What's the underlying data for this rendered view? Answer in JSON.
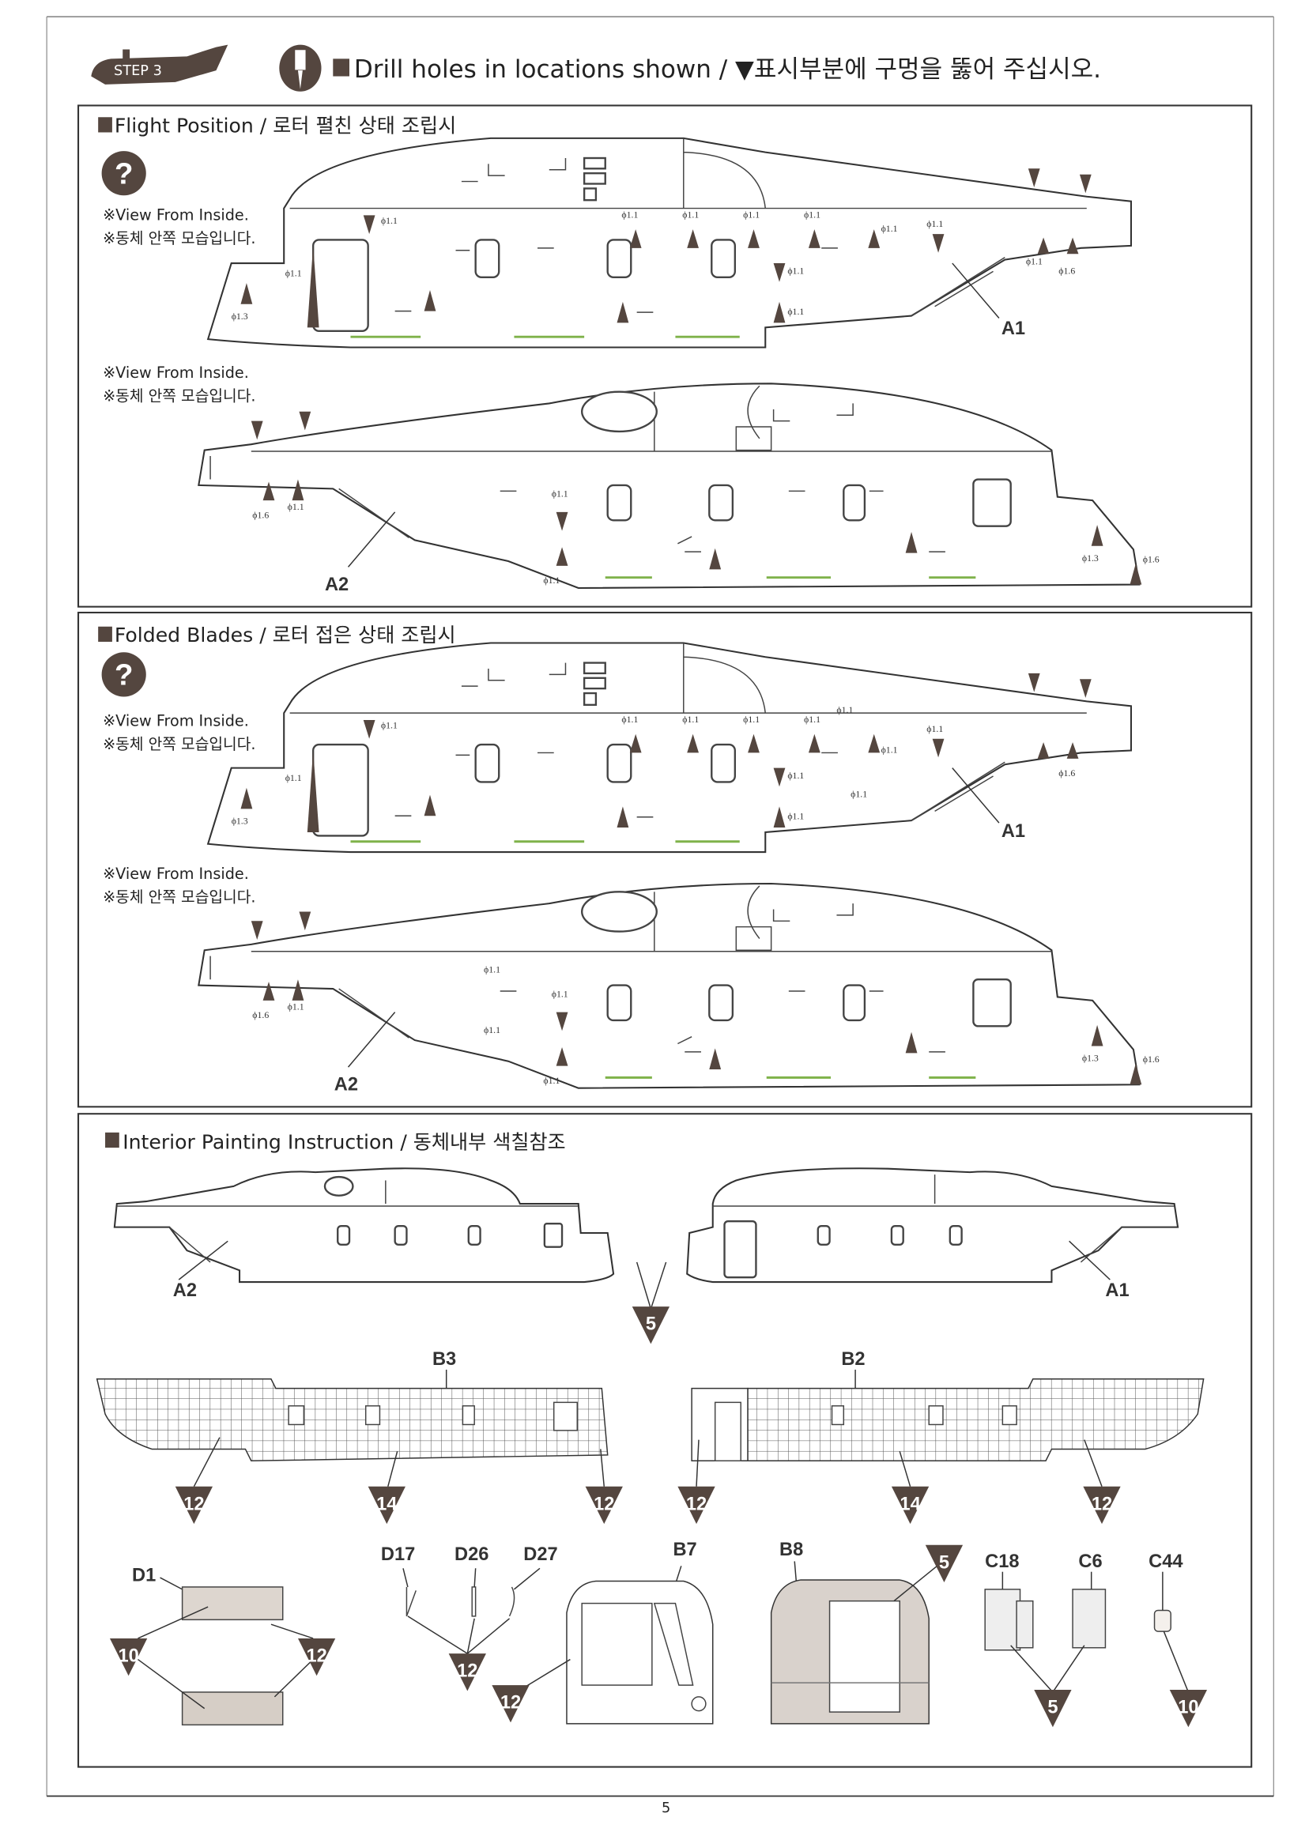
{
  "header": {
    "step_label": "STEP 3",
    "instruction": "Drill holes in locations shown / ▼표시부분에 구멍을 뚫어 주십시오."
  },
  "flight_position": {
    "title": "Flight Position / 로터 펼친 상태 조립시",
    "note_en": "※View From Inside.",
    "note_ko": "※동체 안쪽 모습입니다.",
    "upper_part": "A1",
    "lower_part": "A2",
    "upper_holes": [
      "ϕ1.1",
      "ϕ1.1",
      "ϕ1.1",
      "ϕ1.1",
      "ϕ1.1",
      "ϕ1.1",
      "ϕ1.1",
      "ϕ1.1",
      "ϕ1.1",
      "ϕ1.1",
      "ϕ1.1",
      "ϕ1.6",
      "ϕ1.3"
    ],
    "lower_holes": [
      "ϕ1.6",
      "ϕ1.1",
      "ϕ1.1",
      "ϕ1.1",
      "ϕ1.3",
      "ϕ1.6"
    ]
  },
  "folded_blades": {
    "title": "Folded Blades / 로터 접은 상태 조립시",
    "note_en": "※View From Inside.",
    "note_ko": "※동체 안쪽 모습입니다.",
    "upper_part": "A1",
    "lower_part": "A2",
    "upper_holes": [
      "ϕ1.1",
      "ϕ1.1",
      "ϕ1.1",
      "ϕ1.1",
      "ϕ1.1",
      "ϕ1.1",
      "ϕ1.1",
      "ϕ1.1",
      "ϕ1.1",
      "ϕ1.1",
      "ϕ1.1",
      "ϕ1.1",
      "ϕ1.6",
      "ϕ1.3"
    ],
    "lower_holes": [
      "ϕ1.1",
      "ϕ1.6",
      "ϕ1.1",
      "ϕ1.1",
      "ϕ1.1",
      "ϕ1.1",
      "ϕ1.3",
      "ϕ1.6"
    ]
  },
  "interior": {
    "title": "Interior Painting Instruction / 동체내부 색칠참조",
    "parts": {
      "a2": "A2",
      "a1": "A1",
      "b3": "B3",
      "b2": "B2",
      "d1": "D1",
      "d17": "D17",
      "d26": "D26",
      "d27": "D27",
      "b7": "B7",
      "b8": "B8",
      "c18": "C18",
      "c6": "C6",
      "c44": "C44"
    },
    "paint_codes": {
      "fuselage": "5",
      "b3_left": "12",
      "b3_mid": "14",
      "b3_right": "12",
      "b2_left": "12",
      "b2_mid": "14",
      "b2_right": "12",
      "d1_left": "10",
      "d1_right": "12",
      "d_parts": "12",
      "b7": "12",
      "b8": "5",
      "c_panels": "5",
      "c44": "10"
    }
  },
  "footer": {
    "page_number": "5"
  },
  "colors": {
    "icon": "#54463f",
    "line": "#333333",
    "green": "#7fb24a"
  }
}
